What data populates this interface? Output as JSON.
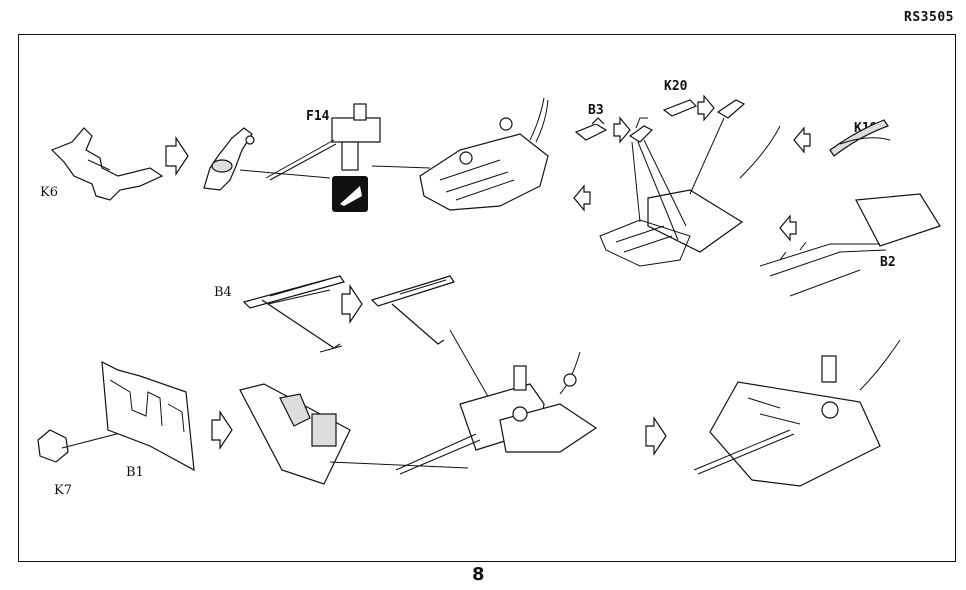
{
  "header": {
    "code": "RS3505"
  },
  "footer": {
    "page_number": "8"
  },
  "labels": {
    "k6": "K6",
    "f14": "F14",
    "b3": "B3",
    "k20": "K20",
    "k19": "K19",
    "b2": "B2",
    "b4": "B4",
    "k7": "K7",
    "b1": "B1"
  }
}
